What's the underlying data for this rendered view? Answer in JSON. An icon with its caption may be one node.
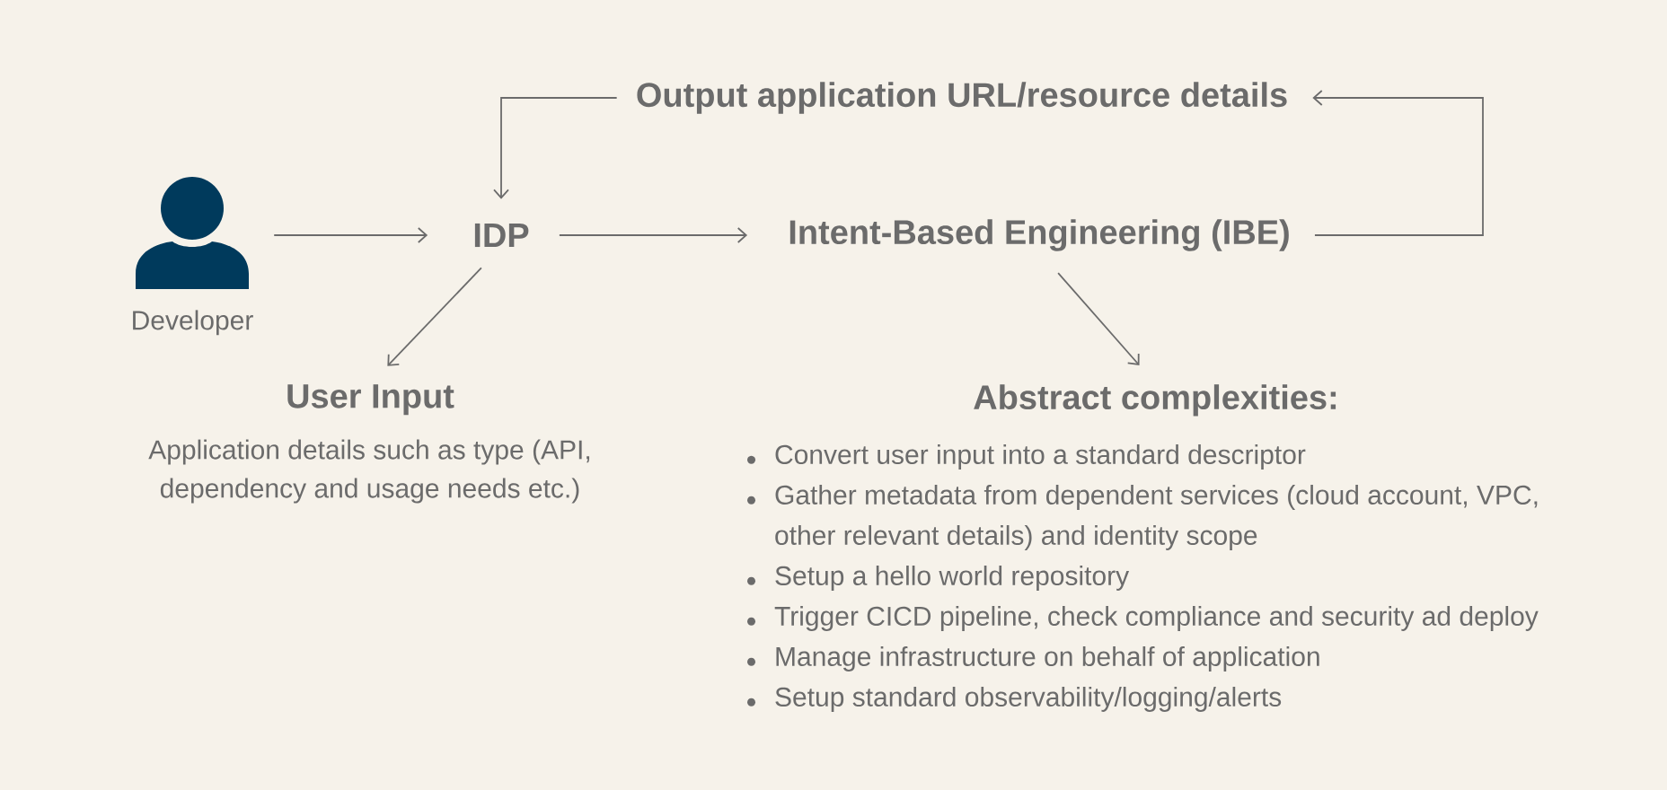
{
  "diagram": {
    "nodes": [
      {
        "text": [],
        "shape": "person",
        "beside": [
          "Developer"
        ]
      },
      {
        "text": [
          "IDP"
        ]
      },
      {
        "text": [
          "Intent-Based Engineering (IBE)"
        ]
      },
      {
        "text": [
          "Output application URL/resource details"
        ]
      },
      {
        "text": [
          "User Input",
          "Application details such as type (API, dependency and usage needs etc.)"
        ]
      },
      {
        "text": [
          "Abstract complexities:",
          "Convert user input into a standard descriptor",
          "Gather metadata from dependent services (cloud account, VPC, other relevant details) and identity scope",
          "Setup a hello world repository",
          "Trigger CICD pipeline, check compliance and security ad deploy",
          "Manage infrastructure on behalf of application",
          "Setup standard observability/logging/alerts"
        ]
      }
    ],
    "edges": [
      {
        "from": 0,
        "to": 1,
        "arrow": "to"
      },
      {
        "from": 1,
        "to": 2,
        "arrow": "to"
      },
      {
        "from": 2,
        "to": 3,
        "arrow": "to"
      },
      {
        "from": 3,
        "to": 1,
        "arrow": "to"
      },
      {
        "from": 1,
        "to": 4,
        "arrow": "to"
      },
      {
        "from": 2,
        "to": 5,
        "arrow": "to"
      }
    ]
  }
}
